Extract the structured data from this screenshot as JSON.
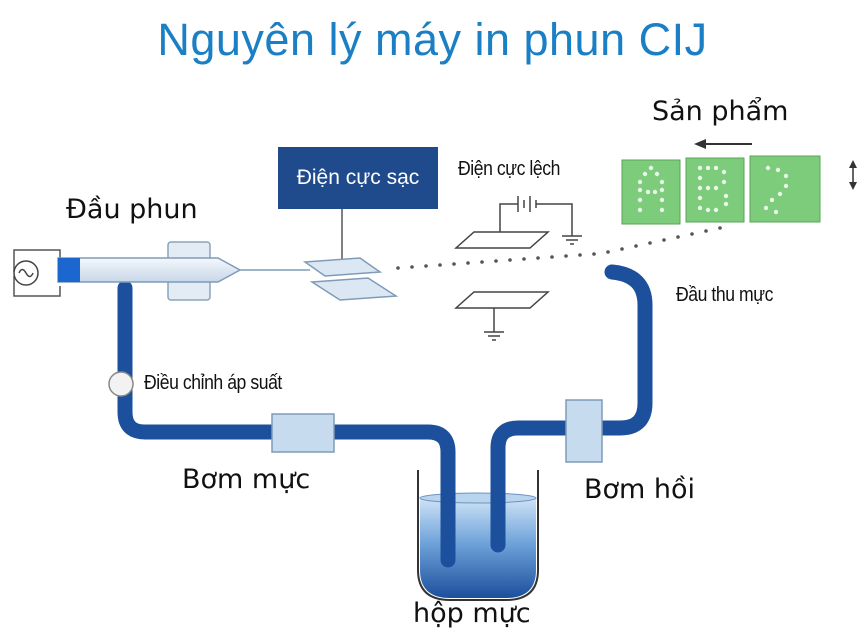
{
  "title": "Nguyên lý máy in phun CIJ",
  "labels": {
    "nozzle": "Đầu phun",
    "charge_electrode": "Điện cực sạc",
    "deflection_electrode": "Điện cực lệch",
    "product": "Sản phẩm",
    "gutter": "Đầu thu mực",
    "pressure_regulator": "Điều chỉnh áp suất",
    "ink_pump": "Bơm mực",
    "return_pump": "Bơm hồi",
    "ink_tank": "hộp mực"
  },
  "colors": {
    "title": "#1a7fc4",
    "pipe": "#1c4f9c",
    "charge_box": "#1f4a8c",
    "product_panel": "#7ccc7c",
    "ink": "#1c5fb0"
  },
  "icons": [
    "oscillator-icon",
    "battery-icon",
    "ground-icon",
    "arrow-left-icon",
    "arrow-updown-icon"
  ]
}
